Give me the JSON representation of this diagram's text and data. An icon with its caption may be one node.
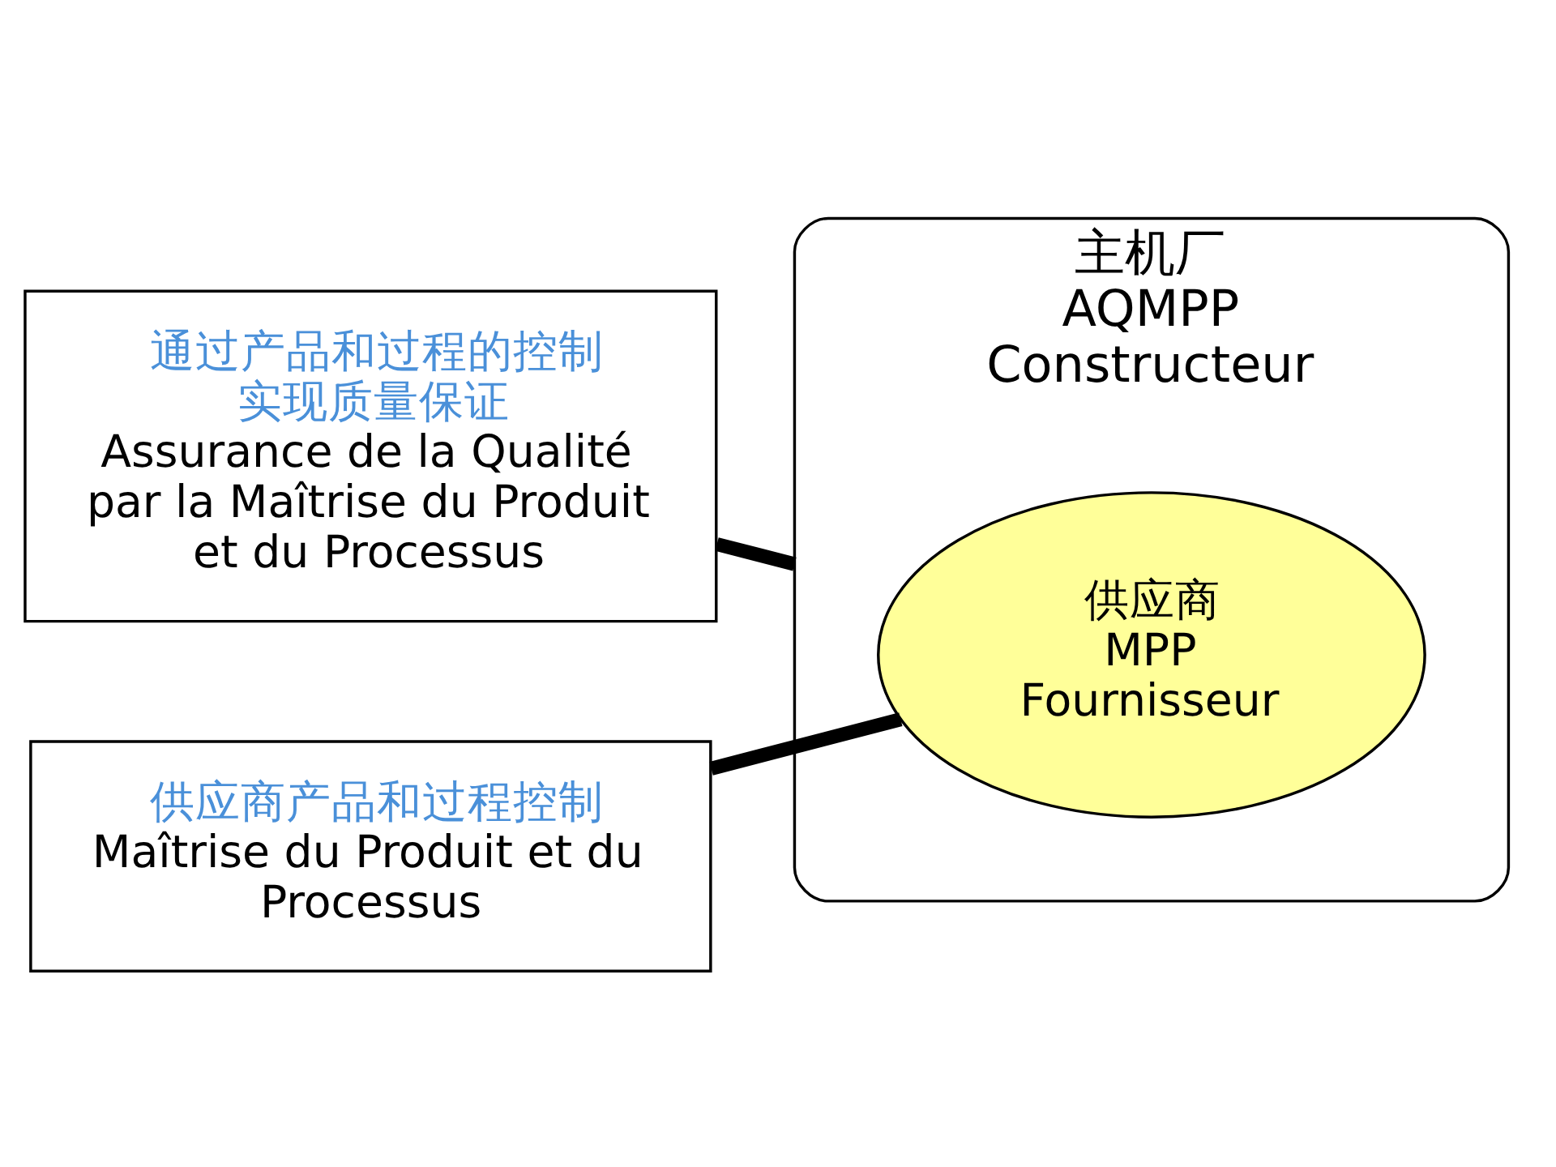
{
  "diagram": {
    "nodes": [
      {
        "text": [
          "主机厂",
          "AQMPP",
          "Constructeur"
        ]
      },
      {
        "text": [
          "供应商",
          "MPP",
          "Fournisseur"
        ],
        "in": 0
      },
      {
        "text": [
          "通过产品和过程的控制实现质量保证",
          "Assurance de la Qualité par la Maîtrise du Produit et du Processus"
        ]
      },
      {
        "text": [
          "供应商产品和过程控制",
          "Maîtrise du Produit et du Processus"
        ]
      }
    ],
    "edges": [
      {
        "from": 2,
        "to": 0,
        "arrow": "none"
      },
      {
        "from": 3,
        "to": 1,
        "arrow": "none"
      }
    ]
  }
}
